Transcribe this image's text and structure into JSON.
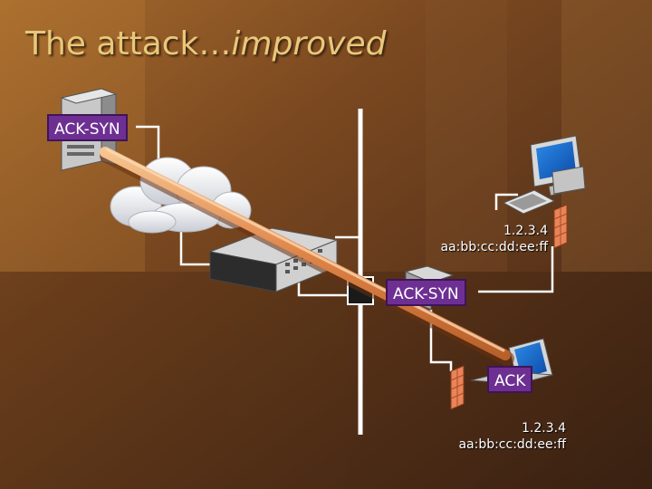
{
  "slide": {
    "title_plain": "The attack…",
    "title_italic": "improved"
  },
  "labels": {
    "ack_syn_top": "ACK-SYN",
    "ack_syn_middle": "ACK-SYN",
    "ack_bottom": "ACK"
  },
  "host_top_right": {
    "ip": "1.2.3.4",
    "mac": "aa:bb:cc:dd:ee:ff"
  },
  "host_bottom_right": {
    "ip": "1.2.3.4",
    "mac": "aa:bb:cc:dd:ee:ff"
  },
  "colors": {
    "label_fill": "#6e2f93",
    "title": "#e8c87a",
    "wire": "#ffffff",
    "arrow": "#e09050",
    "firewall": "#e8845a"
  },
  "icons": [
    "server-icon",
    "cloud-icon",
    "switch-icon",
    "desktop-computer-icon",
    "laptop-icon",
    "firewall-icon",
    "router-icon",
    "arrow-icon"
  ]
}
